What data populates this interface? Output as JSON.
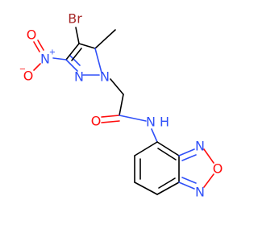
{
  "molecule": {
    "atoms": {
      "br": {
        "text": "Br",
        "color": "#A62929"
      },
      "n_nitro": {
        "text": "N",
        "charge": "+",
        "color": "#3050F8"
      },
      "o_nitro_dbl": {
        "text": "O",
        "color": "#FF0D0D"
      },
      "o_nitro_neg": {
        "text": "O",
        "charge": "−",
        "color": "#FF0D0D"
      },
      "n_pyr_2": {
        "text": "N",
        "color": "#3050F8"
      },
      "n_pyr_1": {
        "text": "N",
        "color": "#3050F8"
      },
      "o_carbonyl": {
        "text": "O",
        "color": "#FF0D0D"
      },
      "n_amide": {
        "text": "N",
        "color": "#3050F8"
      },
      "h_amide": {
        "text": "H",
        "color": "#3050F8"
      },
      "n_ring_upper": {
        "text": "N",
        "color": "#3050F8"
      },
      "o_ring": {
        "text": "O",
        "color": "#FF0D0D"
      },
      "n_ring_lower": {
        "text": "N",
        "color": "#3050F8"
      }
    }
  }
}
